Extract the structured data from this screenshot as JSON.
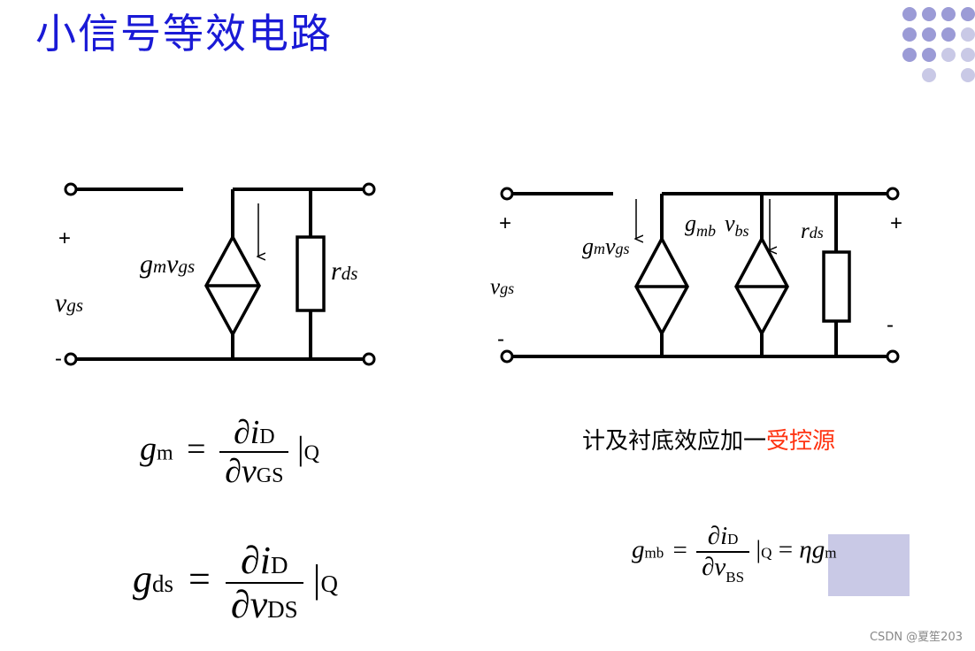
{
  "slide": {
    "title": "小信号等效电路",
    "watermark": "CSDN @夏笙203"
  },
  "circuit_left": {
    "plus": "+",
    "minus": "-",
    "vgs": {
      "base": "v",
      "sub": "gs"
    },
    "gm_vgs": {
      "g": "g",
      "m": "m",
      "v": "v",
      "gs": "gs"
    },
    "rds": {
      "base": "r",
      "sub": "ds"
    }
  },
  "circuit_right": {
    "plus_left": "+",
    "minus_left": "-",
    "plus_right": "+",
    "minus_right": "-",
    "vgs": {
      "base": "v",
      "sub": "gs"
    },
    "gm_vgs": {
      "g": "g",
      "m": "m",
      "v": "v",
      "gs": "gs"
    },
    "gmb_vbs": {
      "g": "g",
      "mb": "mb",
      "v": "v",
      "bs": "bs"
    },
    "rds": {
      "base": "r",
      "sub": "ds"
    }
  },
  "note": {
    "text": "计及衬底效应加一",
    "highlight": "受控源",
    "highlight_color": "#ff3311"
  },
  "equations": {
    "gm": {
      "lhs": "g",
      "lhs_sub": "m",
      "eq": "=",
      "num": "∂i",
      "num_sub": "D",
      "den": "∂v",
      "den_sub": "GS",
      "bar": "|",
      "bar_sub": "Q"
    },
    "gds": {
      "lhs": "g",
      "lhs_sub": "ds",
      "eq": "=",
      "num": "∂i",
      "num_sub": "D",
      "den": "∂v",
      "den_sub": "DS",
      "bar": "|",
      "bar_sub": "Q"
    },
    "gmb": {
      "lhs": "g",
      "lhs_sub": "mb",
      "eq": "=",
      "num": "∂i",
      "num_sub": "D",
      "den": "∂v",
      "den_sub": "BS",
      "bar": "|",
      "bar_sub": "Q",
      "eq2": "=",
      "eta": "η",
      "rhs": "g",
      "rhs_sub": "m"
    }
  },
  "colors": {
    "title": "#1a1ad6",
    "decor_dots": [
      "#9b9bd6",
      "#c9c9e6"
    ]
  }
}
